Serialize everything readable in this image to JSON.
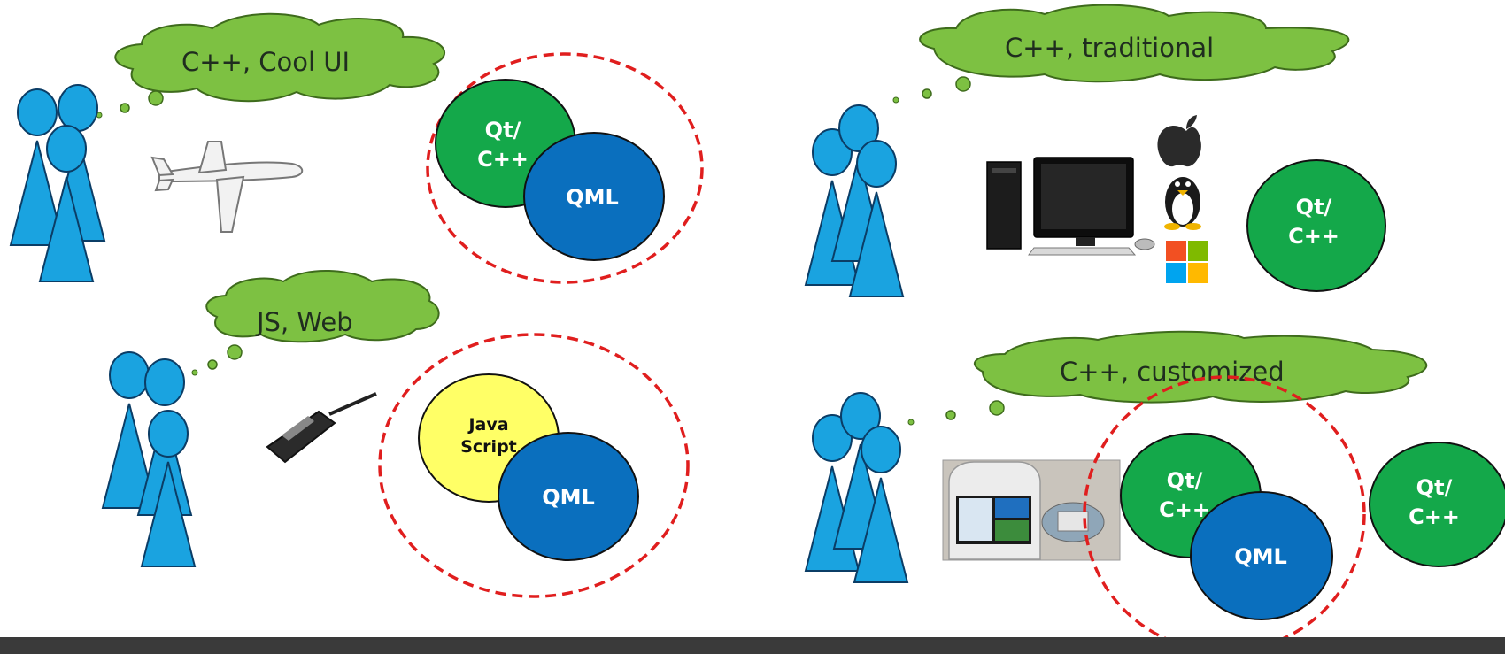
{
  "colors": {
    "cloud": "#7dc142",
    "person": "#1aa3e0",
    "qt_green": "#14a84a",
    "qml_blue": "#0a6fbe",
    "js_yellow": "#ffff66",
    "dash_red": "#e01e1e",
    "footer": "#3a3a3a"
  },
  "panels": {
    "top_left": {
      "thought": "C++, Cool UI",
      "device": "airplane",
      "bubbles": [
        "Qt/",
        "C++",
        "QML"
      ]
    },
    "bottom_left": {
      "thought": "JS, Web",
      "device": "mobile-phone",
      "bubbles": [
        "Java",
        "Script",
        "QML"
      ]
    },
    "top_right": {
      "thought": "C++, traditional",
      "device": "desktop-computer",
      "os_icons": [
        "apple-icon",
        "linux-tux-icon",
        "windows-icon"
      ],
      "bubbles": [
        "Qt/",
        "C++"
      ]
    },
    "bottom_right": {
      "thought": "C++, customized",
      "device": "medical-device",
      "bubbles": [
        "Qt/",
        "C++",
        "QML",
        "Qt/",
        "C++"
      ]
    }
  }
}
